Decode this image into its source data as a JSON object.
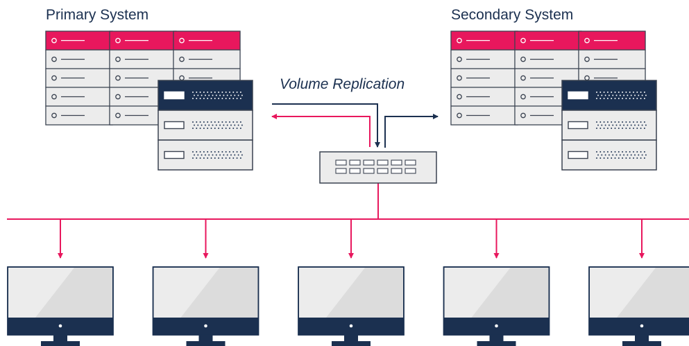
{
  "labels": {
    "primary": "Primary System",
    "secondary": "Secondary System",
    "replication": "Volume Replication"
  },
  "colors": {
    "navy": "#1b3050",
    "pink": "#e8175d",
    "panel": "#ececec",
    "panel_dark": "#dcdcdc",
    "outline": "#3a4250"
  },
  "icons": [
    "server-rack-icon",
    "storage-array-icon",
    "network-switch-icon",
    "monitor-icon",
    "arrow-icon"
  ],
  "systems": [
    {
      "name": "primary-system",
      "racks": 3,
      "rack_units": 5,
      "storage_units": 3
    },
    {
      "name": "secondary-system",
      "racks": 3,
      "rack_units": 5,
      "storage_units": 3
    }
  ],
  "switch_ports": 12,
  "clients": 5
}
